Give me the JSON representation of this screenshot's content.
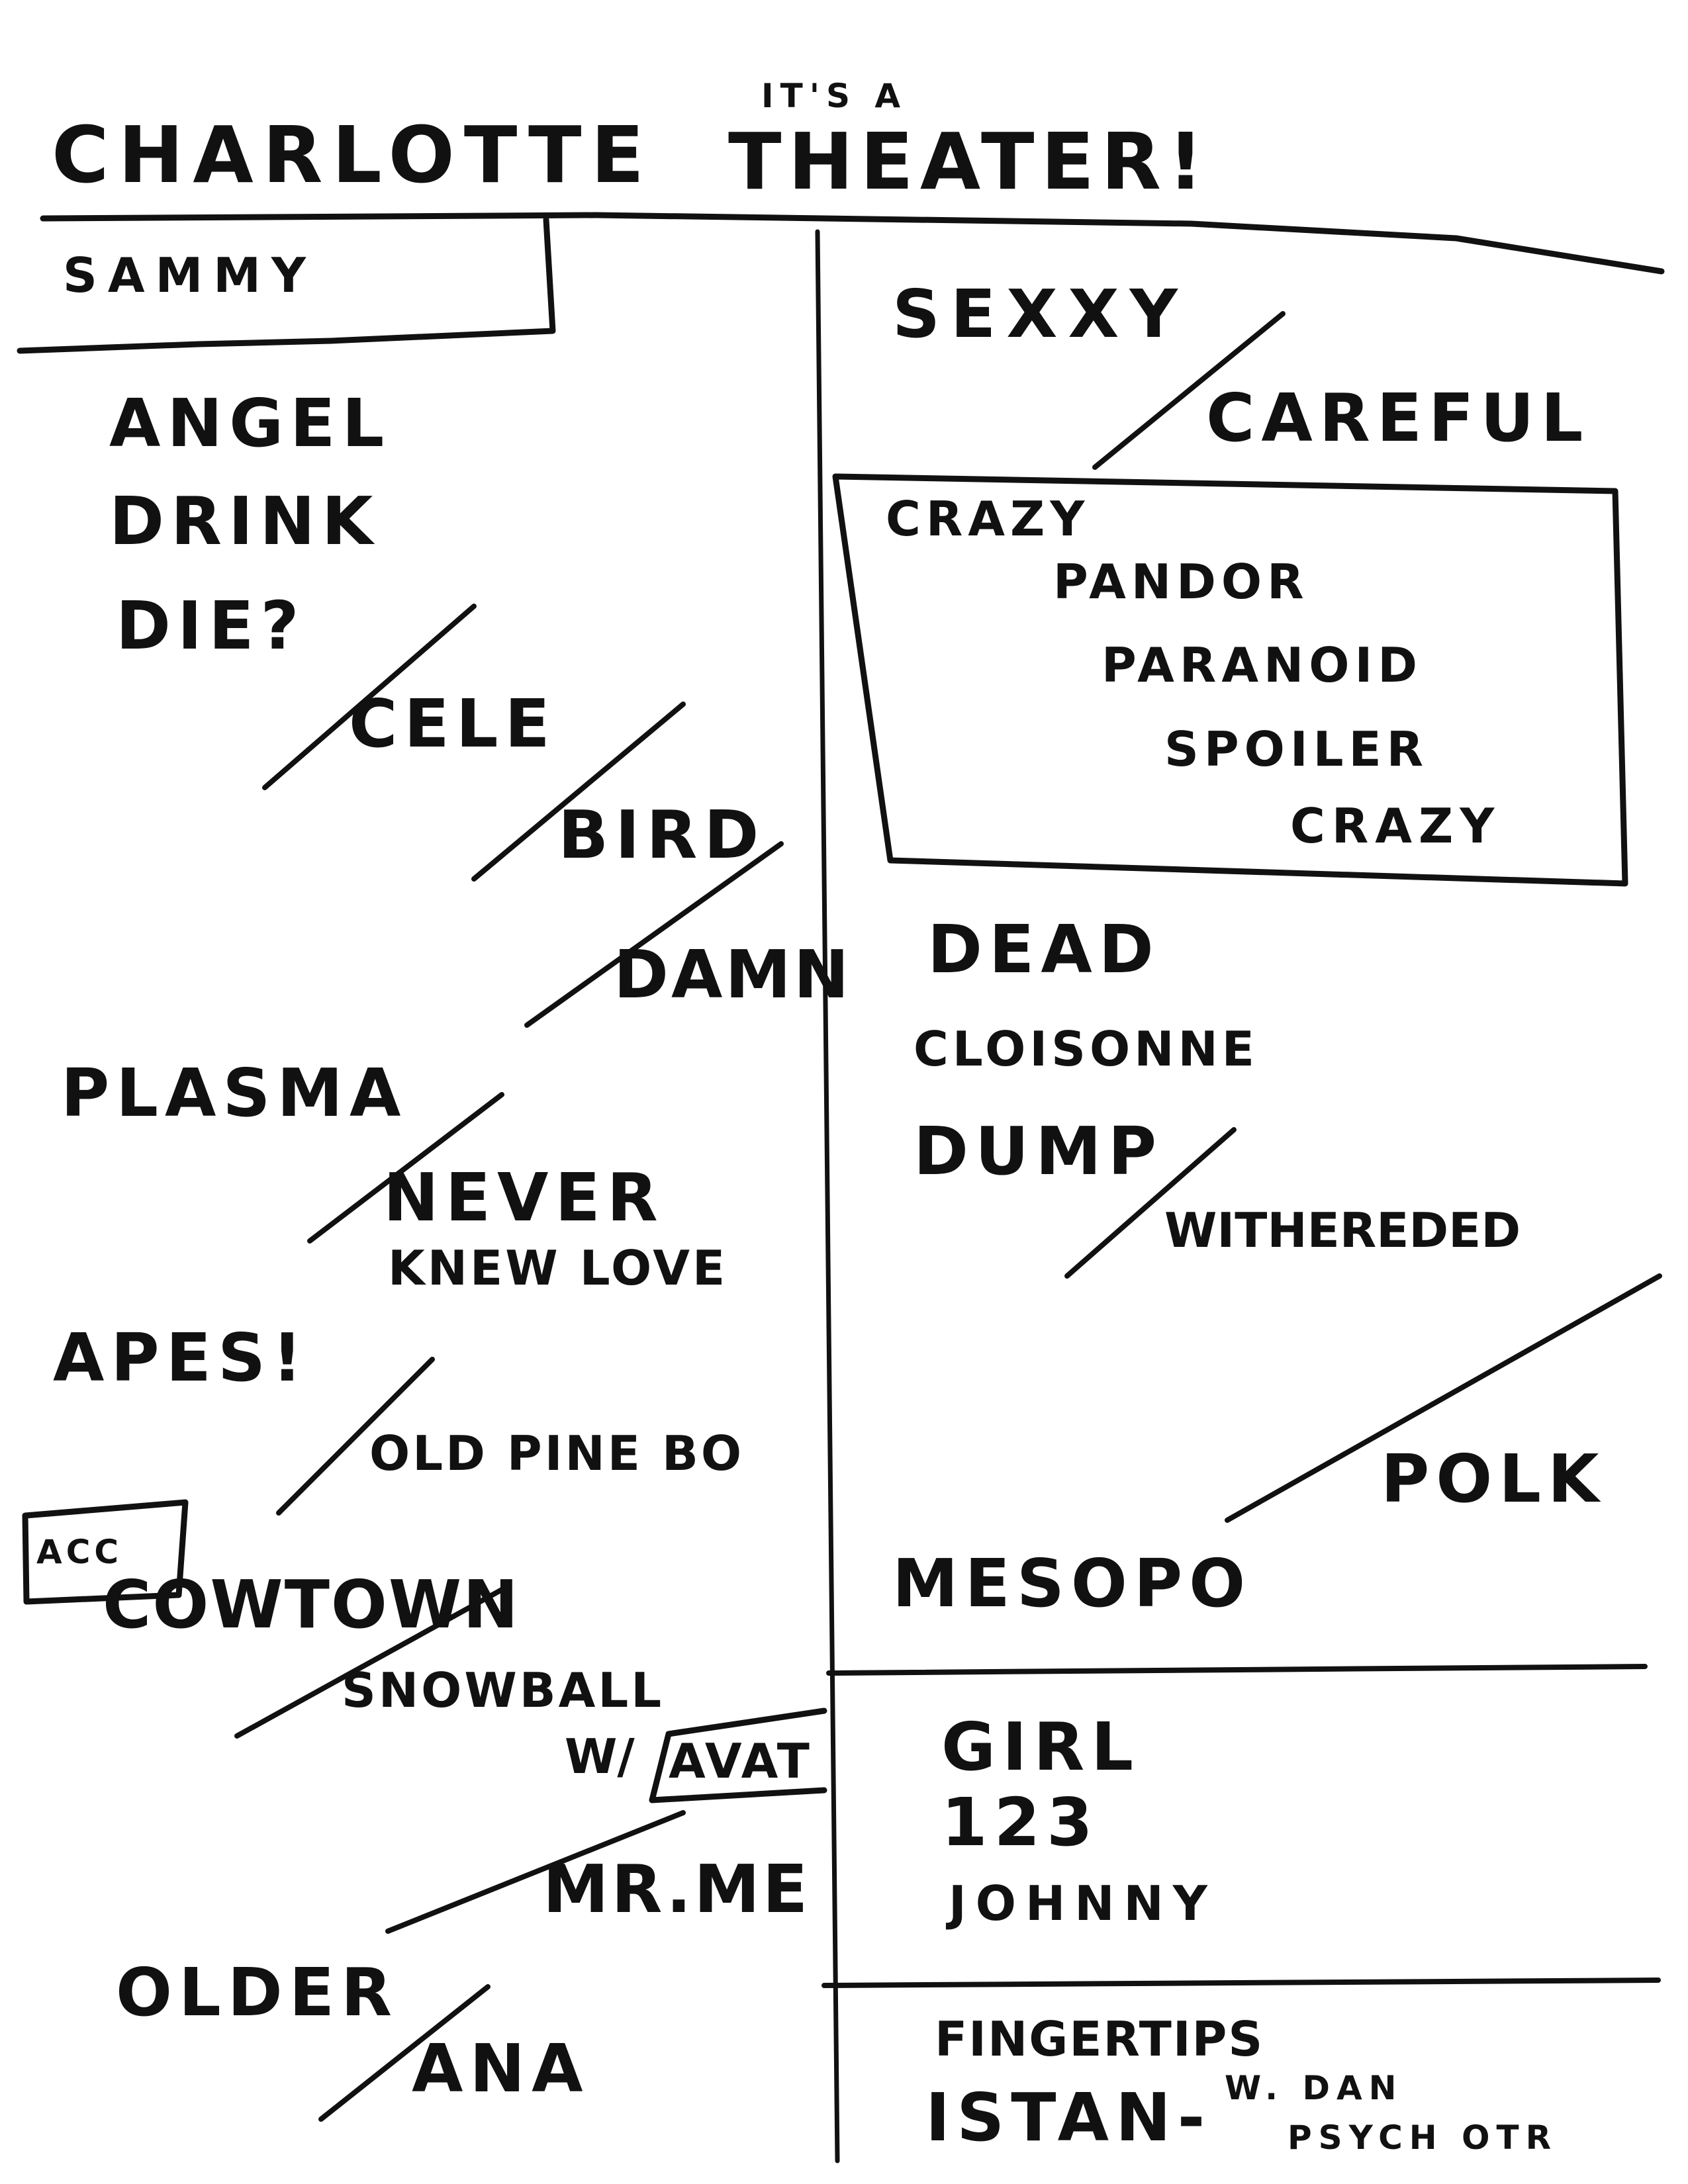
{
  "title": {
    "pre": "IT'S A",
    "left": "CHARLOTTE",
    "right": "THEATER!"
  },
  "left_column": {
    "header": "SAMMY",
    "items": [
      "ANGEL",
      "DRINK",
      "DIE?",
      "CELE",
      "BIRD",
      "DAMN",
      "PLASMA",
      "NEVER",
      "KNEW LOVE",
      "APES!",
      "OLD PINE BO",
      "ACC",
      "COWTOWN",
      "SNOWBALL",
      "W/",
      "AVAT",
      "MR.ME",
      "OLDER",
      "ANA"
    ]
  },
  "right_column": {
    "items": [
      "SEXXY",
      "CAREFUL",
      "DEAD",
      "CLOISONNE",
      "DUMP",
      "WITHEREDED",
      "POLK",
      "MESOPO"
    ],
    "boxed_group": [
      "CRAZY",
      "PANDOR",
      "PARANOID",
      "SPOILER",
      "CRAZY"
    ],
    "section2": [
      "GIRL",
      "123",
      "JOHNNY"
    ],
    "section3": [
      "FINGERTIPS",
      "ISTAN-",
      "W. DAN",
      "PSYCH OTR"
    ]
  }
}
